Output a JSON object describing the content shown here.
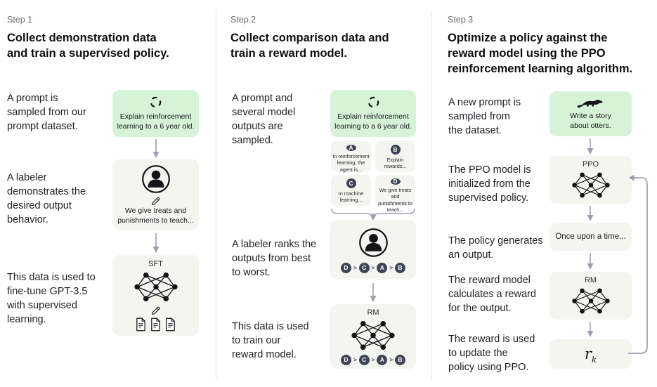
{
  "colors": {
    "green_box": "#d6f3d7",
    "gray_box": "#f4f4f1",
    "badge": "#3f4553",
    "arrow": "#9aa1ae",
    "divider": "#e5e5e5"
  },
  "steps": [
    {
      "label": "Step 1",
      "title": [
        "Collect demonstration data",
        "and train a supervised policy."
      ],
      "captions": [
        [
          "A prompt is",
          "sampled from our",
          "prompt dataset."
        ],
        [
          "A labeler",
          "demonstrates the",
          "desired output",
          "behavior."
        ],
        [
          "This data is used to",
          "fine-tune GPT-3.5",
          "with supervised",
          "learning."
        ]
      ],
      "prompt": [
        "Explain reinforcement",
        "learning to a 6 year old."
      ],
      "labeler_note": [
        "We give treats and",
        "punishments to teach..."
      ],
      "model_label": "SFT",
      "icons": [
        "sampling-icon",
        "user-icon",
        "pencil-icon",
        "neural-network-icon",
        "document-icon"
      ]
    },
    {
      "label": "Step 2",
      "title": [
        "Collect comparison data and",
        "train a reward model."
      ],
      "captions": [
        [
          "A prompt and",
          "several model",
          "outputs are",
          "sampled."
        ],
        [
          "A labeler ranks the",
          "outputs from best",
          "to worst."
        ],
        [
          "This data is used",
          "to train our",
          "reward model."
        ]
      ],
      "prompt": [
        "Explain reinforcement",
        "learning to a 6 year old."
      ],
      "outputs": [
        {
          "letter": "A",
          "text": [
            "In reinforcement",
            "learning, the",
            "agent is..."
          ]
        },
        {
          "letter": "B",
          "text": [
            "Explain rewards..."
          ]
        },
        {
          "letter": "C",
          "text": [
            "In machine",
            "learning..."
          ]
        },
        {
          "letter": "D",
          "text": [
            "We give treats and",
            "punishments to",
            "teach..."
          ]
        }
      ],
      "ranking": [
        "D",
        "C",
        "A",
        "B"
      ],
      "ranking_sep": ">",
      "model_label": "RM"
    },
    {
      "label": "Step 3",
      "title": [
        "Optimize a policy against the",
        "reward model using the PPO",
        "reinforcement learning algorithm."
      ],
      "captions": [
        [
          "A new prompt is",
          "sampled from",
          "the dataset."
        ],
        [
          "The PPO model is",
          "initialized from the",
          "supervised policy."
        ],
        [
          "The policy generates",
          "an output."
        ],
        [
          "The reward model",
          "calculates a reward",
          "for the output."
        ],
        [
          "The reward is used",
          "to update the",
          "policy using PPO."
        ]
      ],
      "prompt": [
        "Write a story",
        "about otters."
      ],
      "policy_label": "PPO",
      "output_text": "Once upon a time...",
      "model_label": "RM",
      "reward_symbol": "r",
      "reward_subscript": "k"
    }
  ]
}
